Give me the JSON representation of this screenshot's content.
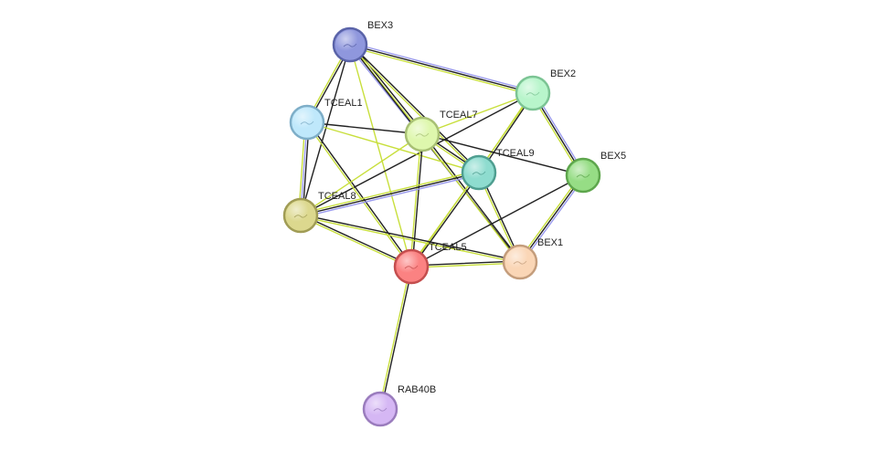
{
  "network": {
    "nodes": [
      {
        "id": "BEX3",
        "label": "BEX3",
        "color": "#8f97dd",
        "stroke": "#5a63a8"
      },
      {
        "id": "BEX2",
        "label": "BEX2",
        "color": "#b8f5cb",
        "stroke": "#7cc494"
      },
      {
        "id": "TCEAL1",
        "label": "TCEAL1",
        "color": "#bfe8fb",
        "stroke": "#7eaec8"
      },
      {
        "id": "TCEAL7",
        "label": "TCEAL7",
        "color": "#def7ad",
        "stroke": "#a8c074"
      },
      {
        "id": "TCEAL9",
        "label": "TCEAL9",
        "color": "#8edccf",
        "stroke": "#4f9e90"
      },
      {
        "id": "BEX5",
        "label": "BEX5",
        "color": "#96dd85",
        "stroke": "#5ea64d"
      },
      {
        "id": "TCEAL8",
        "label": "TCEAL8",
        "color": "#dcd88e",
        "stroke": "#a09c55"
      },
      {
        "id": "TCEAL5",
        "label": "TCEAL5",
        "color": "#fb8282",
        "stroke": "#c44e4e"
      },
      {
        "id": "BEX1",
        "label": "BEX1",
        "color": "#fad6b6",
        "stroke": "#c49d7c"
      },
      {
        "id": "RAB40B",
        "label": "RAB40B",
        "color": "#d5b7f4",
        "stroke": "#9a7cbd"
      }
    ],
    "edges": [
      {
        "source": "BEX3",
        "target": "BEX2",
        "colors": [
          "#9b9bee",
          "#222222",
          "#c8df3c"
        ]
      },
      {
        "source": "BEX3",
        "target": "TCEAL1",
        "colors": [
          "#222222",
          "#c8df3c"
        ]
      },
      {
        "source": "BEX3",
        "target": "TCEAL7",
        "colors": [
          "#222222",
          "#c8df3c",
          "#9b9bee"
        ]
      },
      {
        "source": "BEX3",
        "target": "TCEAL9",
        "colors": [
          "#222222",
          "#c8df3c"
        ]
      },
      {
        "source": "BEX3",
        "target": "TCEAL8",
        "colors": [
          "#222222"
        ]
      },
      {
        "source": "BEX3",
        "target": "TCEAL5",
        "colors": [
          "#c8df3c"
        ]
      },
      {
        "source": "BEX3",
        "target": "BEX1",
        "colors": [
          "#222222"
        ]
      },
      {
        "source": "BEX2",
        "target": "TCEAL9",
        "colors": [
          "#222222",
          "#c8df3c"
        ]
      },
      {
        "source": "BEX2",
        "target": "BEX5",
        "colors": [
          "#9b9bee",
          "#222222",
          "#c8df3c"
        ]
      },
      {
        "source": "BEX2",
        "target": "TCEAL7",
        "colors": [
          "#c8df3c"
        ]
      },
      {
        "source": "BEX2",
        "target": "TCEAL8",
        "colors": [
          "#222222"
        ]
      },
      {
        "source": "BEX2",
        "target": "TCEAL5",
        "colors": [
          "#c8df3c"
        ]
      },
      {
        "source": "TCEAL1",
        "target": "TCEAL8",
        "colors": [
          "#222222",
          "#9b9bee",
          "#c8df3c"
        ]
      },
      {
        "source": "TCEAL1",
        "target": "TCEAL7",
        "colors": [
          "#222222"
        ]
      },
      {
        "source": "TCEAL1",
        "target": "TCEAL5",
        "colors": [
          "#222222",
          "#c8df3c"
        ]
      },
      {
        "source": "TCEAL1",
        "target": "TCEAL9",
        "colors": [
          "#c8df3c"
        ]
      },
      {
        "source": "TCEAL7",
        "target": "TCEAL9",
        "colors": [
          "#222222",
          "#c8df3c"
        ]
      },
      {
        "source": "TCEAL7",
        "target": "TCEAL5",
        "colors": [
          "#222222",
          "#c8df3c"
        ]
      },
      {
        "source": "TCEAL7",
        "target": "BEX5",
        "colors": [
          "#222222"
        ]
      },
      {
        "source": "TCEAL7",
        "target": "BEX1",
        "colors": [
          "#222222",
          "#c8df3c"
        ]
      },
      {
        "source": "TCEAL7",
        "target": "TCEAL8",
        "colors": [
          "#c8df3c"
        ]
      },
      {
        "source": "TCEAL9",
        "target": "TCEAL8",
        "colors": [
          "#9b9bee",
          "#222222",
          "#c8df3c"
        ]
      },
      {
        "source": "TCEAL9",
        "target": "TCEAL5",
        "colors": [
          "#222222",
          "#c8df3c"
        ]
      },
      {
        "source": "TCEAL9",
        "target": "BEX1",
        "colors": [
          "#222222",
          "#c8df3c"
        ]
      },
      {
        "source": "BEX5",
        "target": "BEX1",
        "colors": [
          "#9b9bee",
          "#222222",
          "#c8df3c"
        ]
      },
      {
        "source": "BEX5",
        "target": "TCEAL5",
        "colors": [
          "#222222"
        ]
      },
      {
        "source": "TCEAL8",
        "target": "TCEAL5",
        "colors": [
          "#222222",
          "#c8df3c"
        ]
      },
      {
        "source": "TCEAL8",
        "target": "BEX1",
        "colors": [
          "#222222",
          "#c8df3c"
        ]
      },
      {
        "source": "TCEAL5",
        "target": "BEX1",
        "colors": [
          "#222222",
          "#c8df3c"
        ]
      },
      {
        "source": "TCEAL5",
        "target": "RAB40B",
        "colors": [
          "#222222",
          "#c8df3c"
        ]
      }
    ]
  }
}
